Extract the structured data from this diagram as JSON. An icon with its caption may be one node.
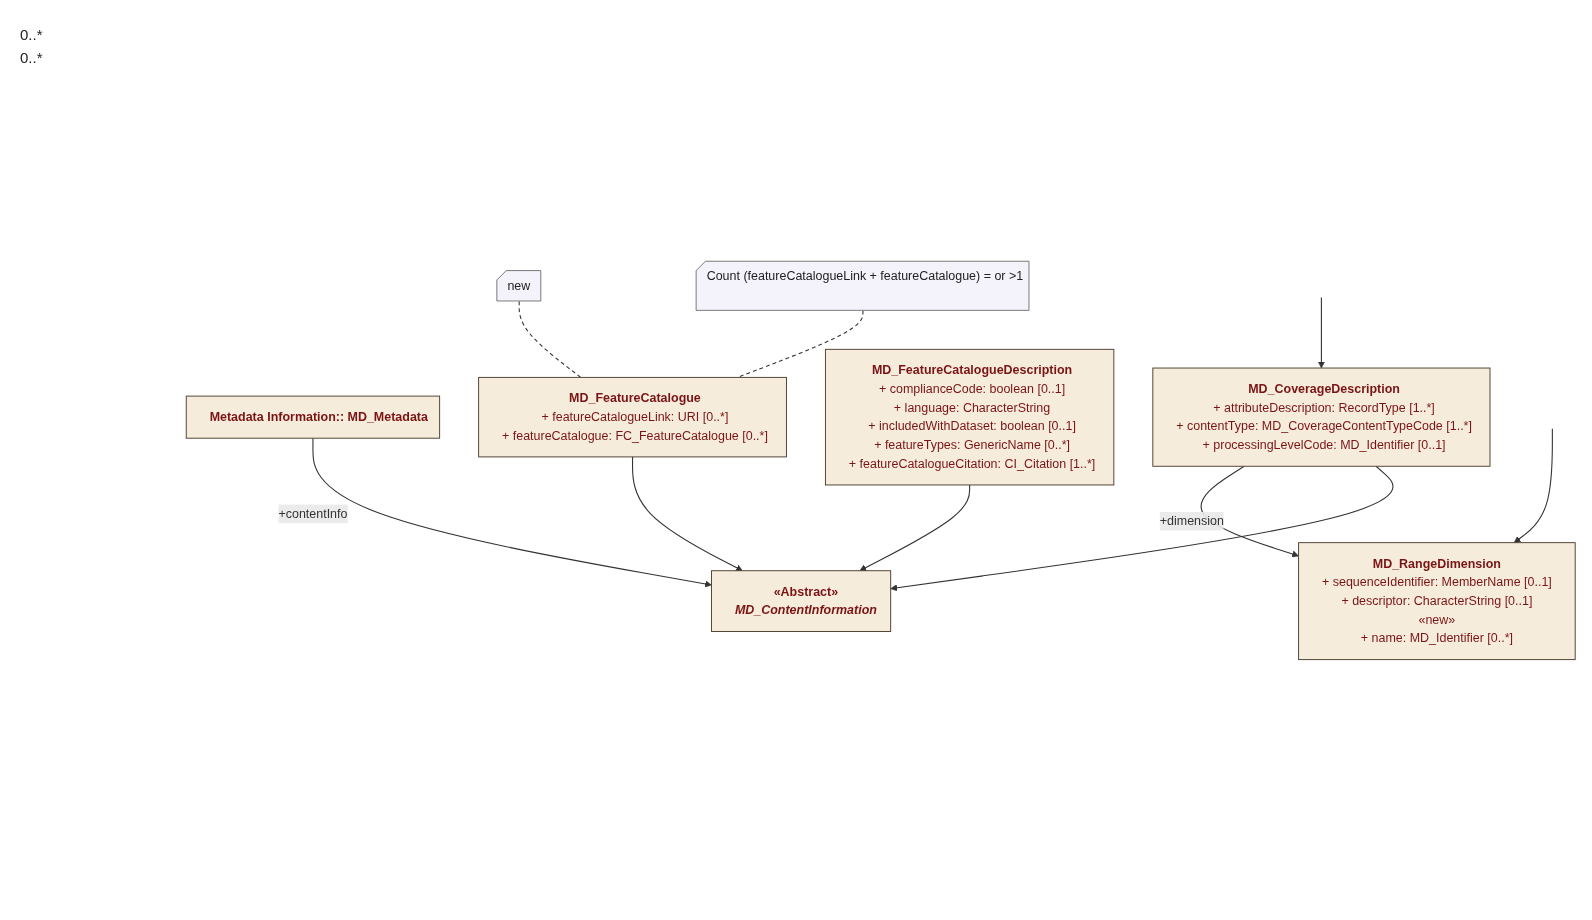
{
  "diagram": {
    "nodes": [
      {
        "text": [
          "«Abstract»",
          "MD_ContentInformation"
        ]
      },
      {
        "text": [
          "Metadata Information:: MD_Metadata"
        ]
      },
      {
        "text": [
          "MD_CoverageDescription",
          "+ attributeDescription: RecordType [1..*]",
          "+ contentType: MD_CoverageContentTypeCode [1..*]",
          "+ processingLevelCode: MD_Identifier [0..1]"
        ]
      },
      {
        "text": [
          "MD_FeatureCatalogueDescription",
          "+ complianceCode: boolean [0..1]",
          "+ language: CharacterString",
          "+ includedWithDataset: boolean [0..1]",
          "+ featureTypes: GenericName [0..*]",
          "+ featureCatalogueCitation: CI_Citation [1..*]"
        ]
      },
      {
        "text": [
          "Count (featureCatalogueLink + featureCatalogue) = or >1"
        ]
      },
      {
        "text": [
          "MD_RangeDimension",
          "+ sequenceIdentifier: MemberName [0..1]",
          "+ descriptor: CharacterString [0..1]",
          "«new»",
          "+ name: MD_Identifier [0..*]"
        ]
      },
      {
        "text": [
          "MD_FeatureCatalogue",
          "+ featureCatalogueLink: URI [0..*]",
          "+ featureCatalogue: FC_FeatureCatalogue [0..*]"
        ]
      },
      {
        "text": [
          "new"
        ]
      }
    ],
    "edges": [
      {
        "from": 1,
        "to": 0,
        "arrow": "to",
        "label": "+contentInfo"
      },
      {
        "from": 2,
        "to": 0,
        "arrow": "to"
      },
      {
        "from": 3,
        "to": 0,
        "arrow": "to"
      },
      {
        "from": 6,
        "to": 0,
        "arrow": "to"
      },
      {
        "from": 2,
        "to": 5,
        "arrow": "to",
        "label": "+dimension"
      },
      {
        "from": null,
        "to": 5,
        "arrow": "to"
      },
      {
        "from": null,
        "to": 2,
        "arrow": "to"
      },
      {
        "from": 4,
        "to": 6,
        "arrow": "none",
        "style": "dashed"
      },
      {
        "from": 7,
        "to": 6,
        "arrow": "none",
        "style": "dashed"
      }
    ],
    "labels": [
      "0..*",
      "0..*"
    ]
  }
}
